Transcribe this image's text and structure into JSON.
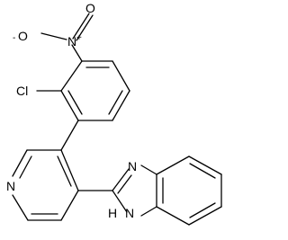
{
  "molecule": {
    "atoms": {
      "oxygen_top": "O",
      "oxygen_left": "O",
      "oxygen_left_charge": "-",
      "nitrogen_nitro": "N",
      "nitrogen_nitro_charge": "+",
      "chlorine": "Cl",
      "nitrogen_pyridine": "N",
      "nitrogen_imidazole_imine": "N",
      "nitrogen_imidazole_h": "N",
      "hydrogen_imidazole": "H"
    },
    "colors": {
      "bond": "#000000",
      "label": "#000000",
      "background": "#ffffff"
    }
  }
}
